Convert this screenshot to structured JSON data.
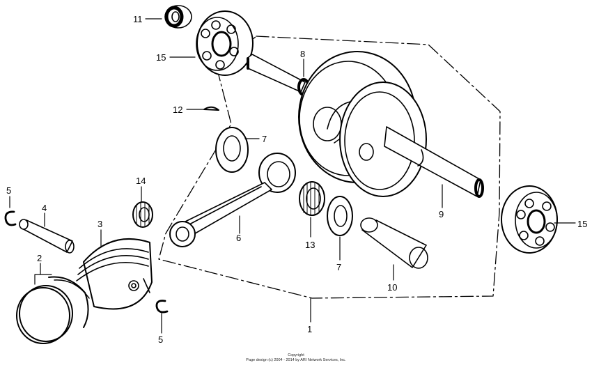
{
  "labels": {
    "p1": "1",
    "p2": "2",
    "p3": "3",
    "p4": "4",
    "p5a": "5",
    "p5b": "5",
    "p6": "6",
    "p7a": "7",
    "p7b": "7",
    "p8": "8",
    "p9": "9",
    "p10": "10",
    "p11": "11",
    "p12": "12",
    "p13": "13",
    "p14": "14",
    "p15a": "15",
    "p15b": "15"
  },
  "copyright": {
    "line1": "Copyright",
    "line2": "Page design (c) 2004 - 2014 by ARI Network Services, Inc."
  },
  "colors": {
    "ink": "#000000",
    "paper": "#ffffff"
  }
}
